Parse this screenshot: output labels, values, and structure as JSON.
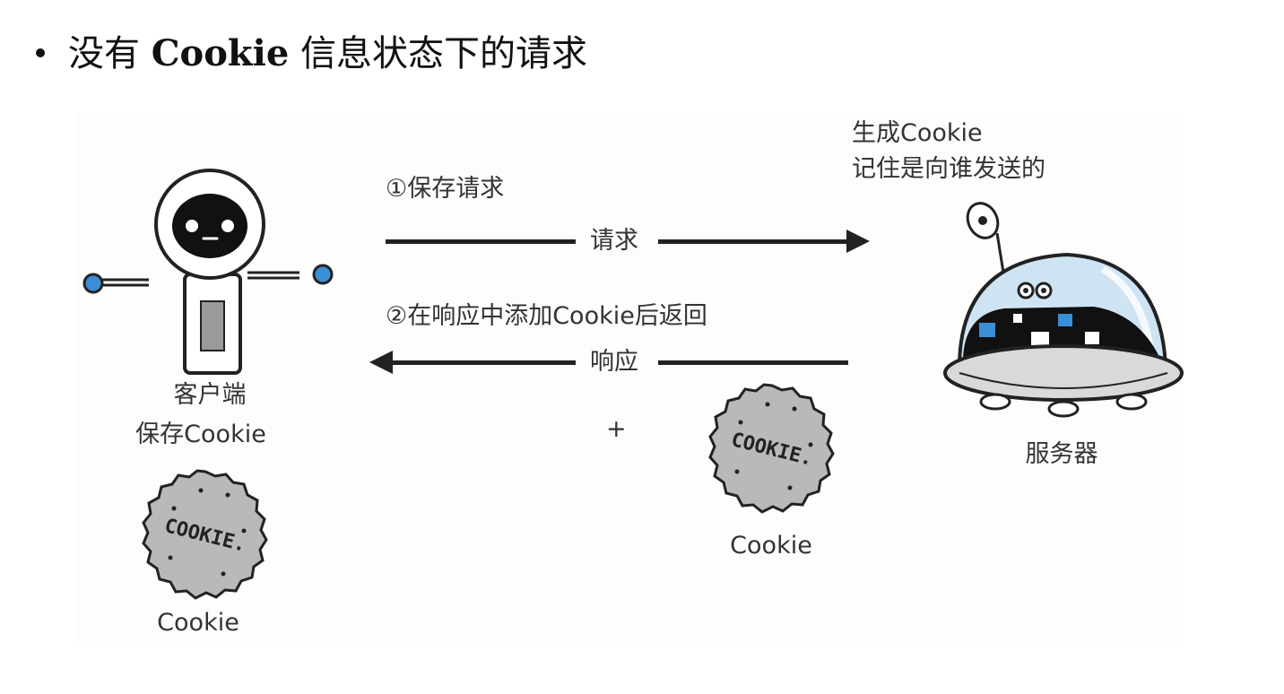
{
  "heading": {
    "prefix": "没有",
    "bold": "Cookie",
    "suffix": "信息状态下的请求"
  },
  "diagram": {
    "step1": "①保存请求",
    "request_label": "请求",
    "step2": "②在响应中添加Cookie后返回",
    "response_label": "响应",
    "plus": "+",
    "server_note_line1": "生成Cookie",
    "server_note_line2": "记住是向谁发送的",
    "client_line1": "客户端",
    "client_line2": "保存Cookie",
    "server_label": "服务器",
    "cookie_client_label": "Cookie",
    "cookie_response_label": "Cookie",
    "cookie_print": "COOKIE."
  },
  "colors": {
    "accent_blue": "#3a8fd6",
    "screen_blue": "#cfe4f2",
    "cookie_gray": "#b9b9b9"
  },
  "icons": [
    "client-robot-icon",
    "server-robot-icon",
    "cookie-icon"
  ]
}
